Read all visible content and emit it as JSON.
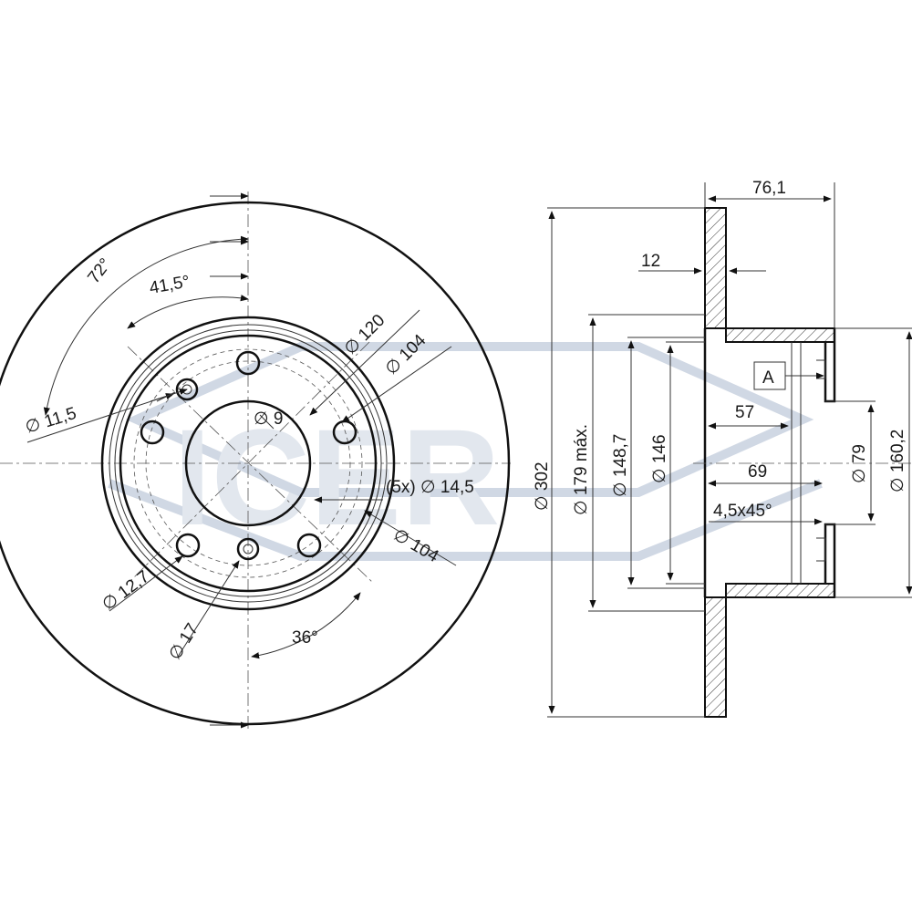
{
  "watermark": {
    "text": "ICER"
  },
  "front_view": {
    "labels": {
      "angle_72": "72°",
      "angle_41_5": "41,5°",
      "dia_120": "∅ 120",
      "dia_104_top": "∅ 104",
      "dia_11_5": "∅ 11,5",
      "dia_9": "∅ 9",
      "holes_5x_14_5": "(5x) ∅ 14,5",
      "dia_104_bottom": "∅ 104",
      "dia_12_7": "∅ 12,7",
      "dia_17": "∅ 17",
      "angle_36": "36°"
    }
  },
  "side_view": {
    "labels": {
      "width_76_1": "76,1",
      "thickness_12": "12",
      "datum_a": "A",
      "dim_57": "57",
      "dim_69": "69",
      "chamfer": "4,5x45°",
      "dia_302": "∅ 302",
      "dia_179_max": "∅ 179 máx.",
      "dia_148_7": "∅ 148,7",
      "dia_146": "∅ 146",
      "dia_79": "∅ 79",
      "dia_160_2": "∅ 160,2"
    }
  }
}
